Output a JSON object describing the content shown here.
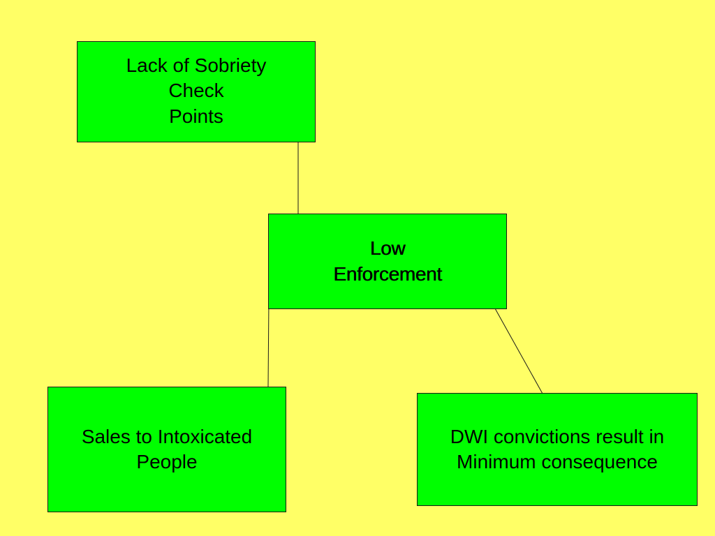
{
  "colors": {
    "background": "#ffff66",
    "box_fill": "#00ff00",
    "box_border": "#1a1a1a",
    "line": "#1a1a1a"
  },
  "nodes": {
    "sobriety": {
      "label": "Lack of Sobriety\nCheck\n Points"
    },
    "enforcement": {
      "label": "Low\nEnforcement"
    },
    "sales": {
      "label": "Sales to Intoxicated\nPeople"
    },
    "dwi": {
      "label": "DWI convictions result in\nMinimum consequence"
    }
  }
}
